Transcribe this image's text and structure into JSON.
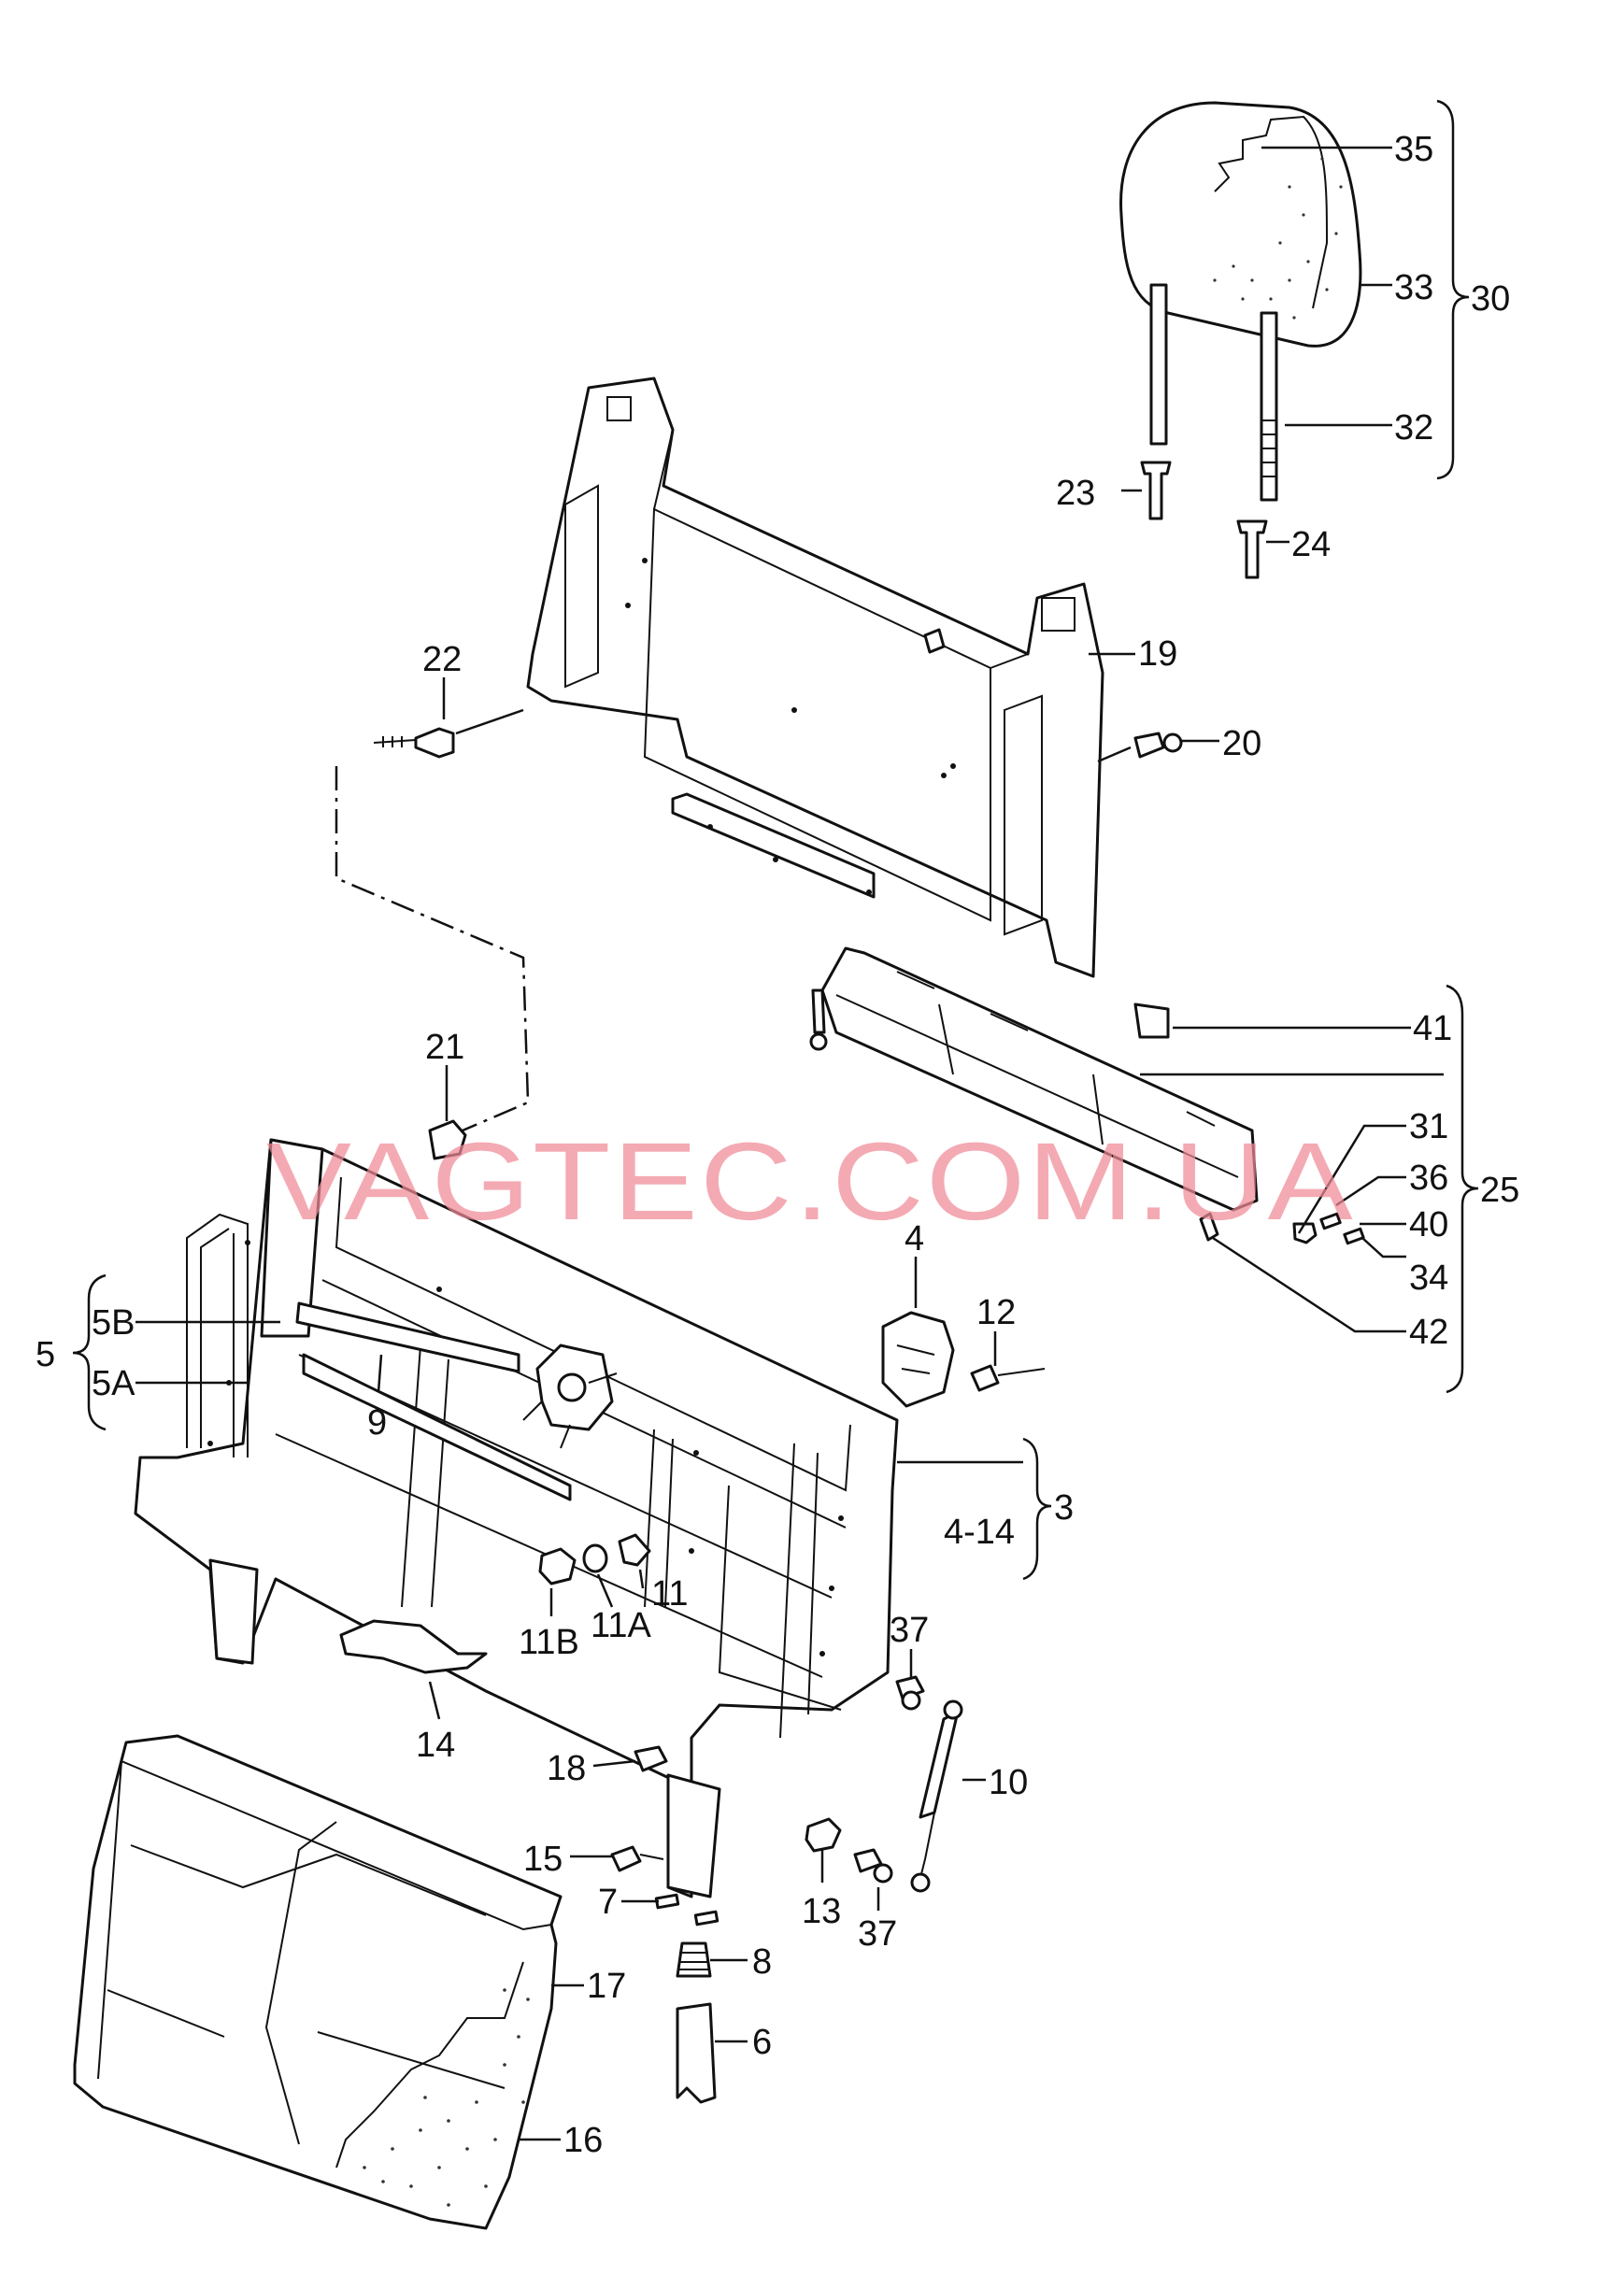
{
  "watermark": "VAGTEC.COM.UA",
  "colors": {
    "line": "#111111",
    "watermark": "#f08a96",
    "background": "#ffffff"
  },
  "labels": {
    "35": "35",
    "33": "33",
    "30": "30",
    "32": "32",
    "23": "23",
    "24": "24",
    "22": "22",
    "19": "19",
    "20": "20",
    "41": "41",
    "21": "21",
    "31": "31",
    "36": "36",
    "25": "25",
    "40": "40",
    "34": "34",
    "42": "42",
    "4": "4",
    "12": "12",
    "5B": "5B",
    "5": "5",
    "5A": "5A",
    "9": "9",
    "3": "3",
    "4-14": "4-14",
    "11": "11",
    "11A": "11A",
    "11B": "11B",
    "37a": "37",
    "14": "14",
    "18": "18",
    "10": "10",
    "15": "15",
    "13": "13",
    "37b": "37",
    "7": "7",
    "8": "8",
    "17": "17",
    "6": "6",
    "16": "16"
  }
}
